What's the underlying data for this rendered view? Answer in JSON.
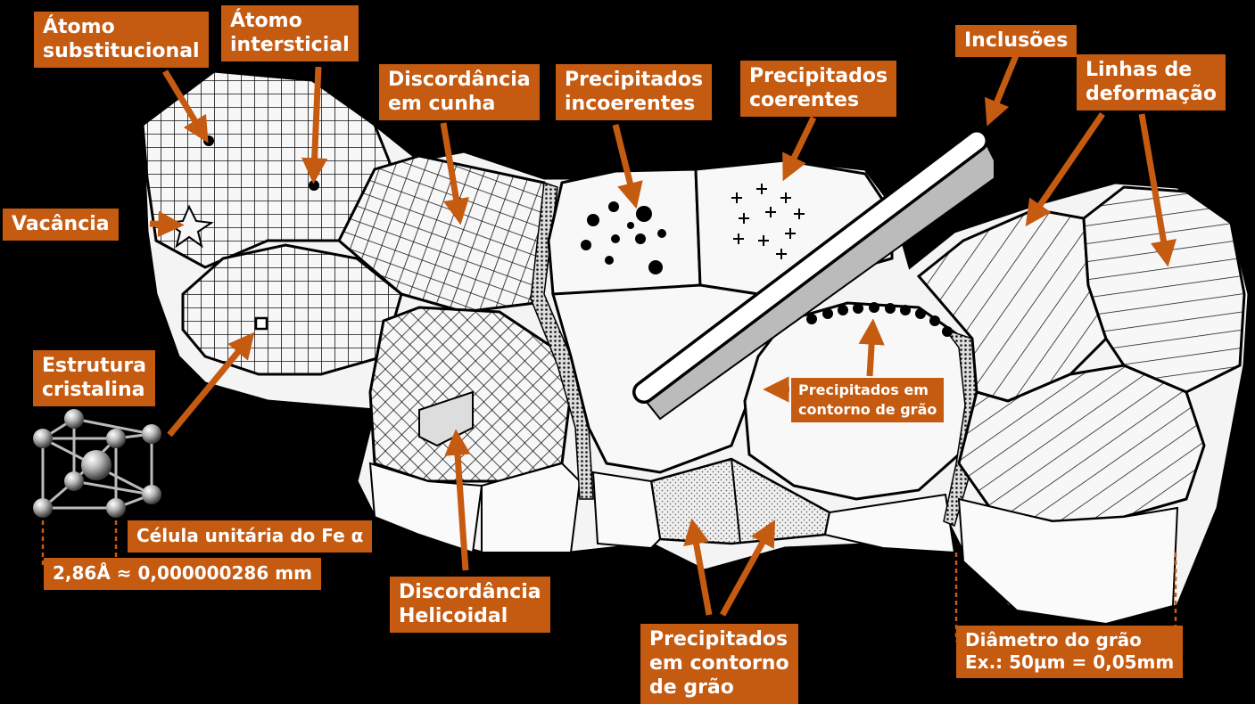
{
  "colors": {
    "label_bg": "#c55a11",
    "arrow": "#c55a11",
    "background": "#000000",
    "grain_fill": "#f4f4f4"
  },
  "labels": {
    "atomo_substitucional": "Átomo\nsubstitucional",
    "atomo_intersticial": "Átomo\nintersticial",
    "discordancia_cunha": "Discordância\nem cunha",
    "precipitados_incoerentes": "Precipitados\nincoerentes",
    "precipitados_coerentes": "Precipitados\ncoerentes",
    "inclusoes": "Inclusões",
    "linhas_deformacao": "Linhas de\ndeformação",
    "vacancia": "Vacância",
    "estrutura_cristalina": "Estrutura\ncristalina",
    "celula_unitaria": "Célula unitária do Fe α",
    "dimensao_celula": "2,86Å ≈ 0,000000286 mm",
    "discordancia_helicoidal": "Discordância\nHelicoidal",
    "precipitados_contorno_1": "Precipitados em\ncontorno de grão",
    "precipitados_contorno_2": "Precipitados\nem contorno\nde grão",
    "diametro_grao": "Diâmetro do grão\nEx.: 50µm = 0,05mm"
  }
}
